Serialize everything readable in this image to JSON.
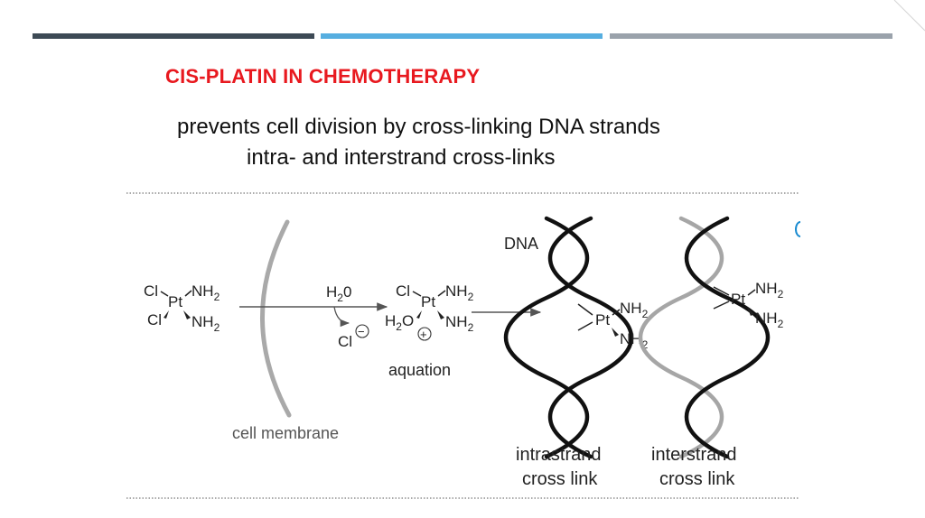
{
  "slide": {
    "title": "CIS-PLATIN IN CHEMOTHERAPY",
    "subtitle_1": "prevents cell division by cross-linking DNA strands",
    "subtitle_2": "intra- and interstrand cross-links"
  },
  "accent_colors": {
    "bar_left": "#3d4a55",
    "bar_middle": "#56aee0",
    "bar_right": "#9aa2ab",
    "title": "#e8191f"
  },
  "figure": {
    "molecule_1": {
      "metal": "Pt",
      "ligand_top_left": "Cl",
      "ligand_bottom_left": "Cl",
      "ligand_top_right": "NH",
      "ligand_bottom_right": "NH",
      "subscript": "2"
    },
    "reaction": {
      "reagent": "H",
      "reagent_subscript": "2",
      "reagent_tail": "0",
      "leaving_group": "Cl",
      "leaving_charge": "−"
    },
    "molecule_2": {
      "metal": "Pt",
      "ligand_top_left": "Cl",
      "ligand_bottom_left": "H",
      "ligand_bottom_left_sub": "2",
      "ligand_bottom_left_tail": "O",
      "charge": "+",
      "ligand_top_right": "NH",
      "ligand_bottom_right": "NH",
      "subscript": "2"
    },
    "aquation_label": "aquation",
    "membrane_label": "cell membrane",
    "dna_label": "DNA",
    "intrastrand": {
      "metal": "Pt",
      "ligand_top": "NH",
      "ligand_bottom": "NH",
      "subscript": "2",
      "label_line1": "intrastrand",
      "label_line2": "cross link"
    },
    "interstrand": {
      "metal": "Pt",
      "ligand_top": "NH",
      "ligand_bottom": "NH",
      "subscript": "2",
      "label_line1": "interstrand",
      "label_line2": "cross link"
    }
  }
}
